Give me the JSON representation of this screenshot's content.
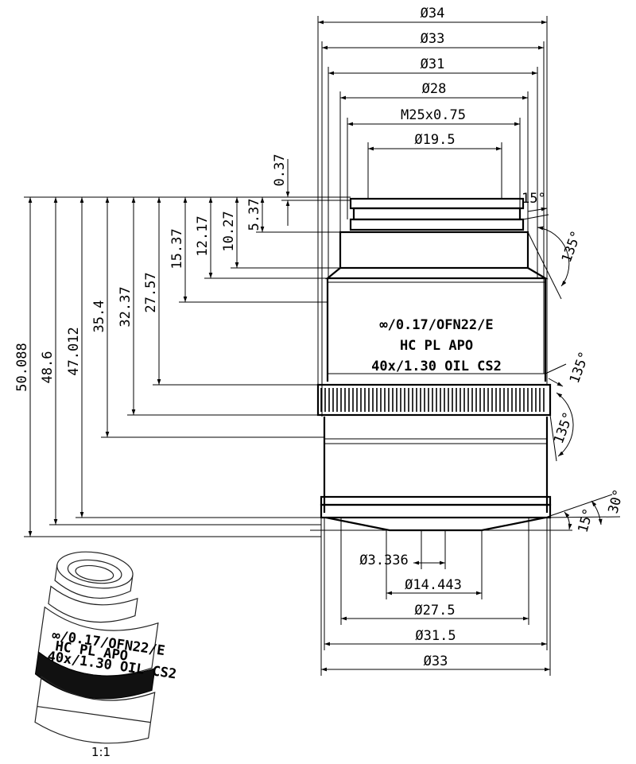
{
  "top_diameters": [
    "Ø34",
    "Ø33",
    "Ø31",
    "Ø28",
    "M25x0.75",
    "Ø19.5"
  ],
  "bottom_diameters": [
    "Ø3.336",
    "Ø14.443",
    "Ø27.5",
    "Ø31.5",
    "Ø33"
  ],
  "left_heights": [
    "50.088",
    "48.6",
    "47.012",
    "35.4",
    "32.37",
    "27.57",
    "15.37",
    "12.17",
    "10.27",
    "5.37",
    "0.37"
  ],
  "angles": [
    "15°",
    "135°",
    "135°",
    "135°",
    "30°",
    "15°"
  ],
  "engraving": {
    "line1": "∞/0.17/OFN22/E",
    "line2": "HC PL APO",
    "line3": "40x/1.30 OIL CS2"
  },
  "thumbnail": {
    "line1": "∞/0.17/OFN22/E",
    "line2": "HC PL APO",
    "line3": "40x/1.30 OIL CS2"
  },
  "scale_label": "1:1"
}
